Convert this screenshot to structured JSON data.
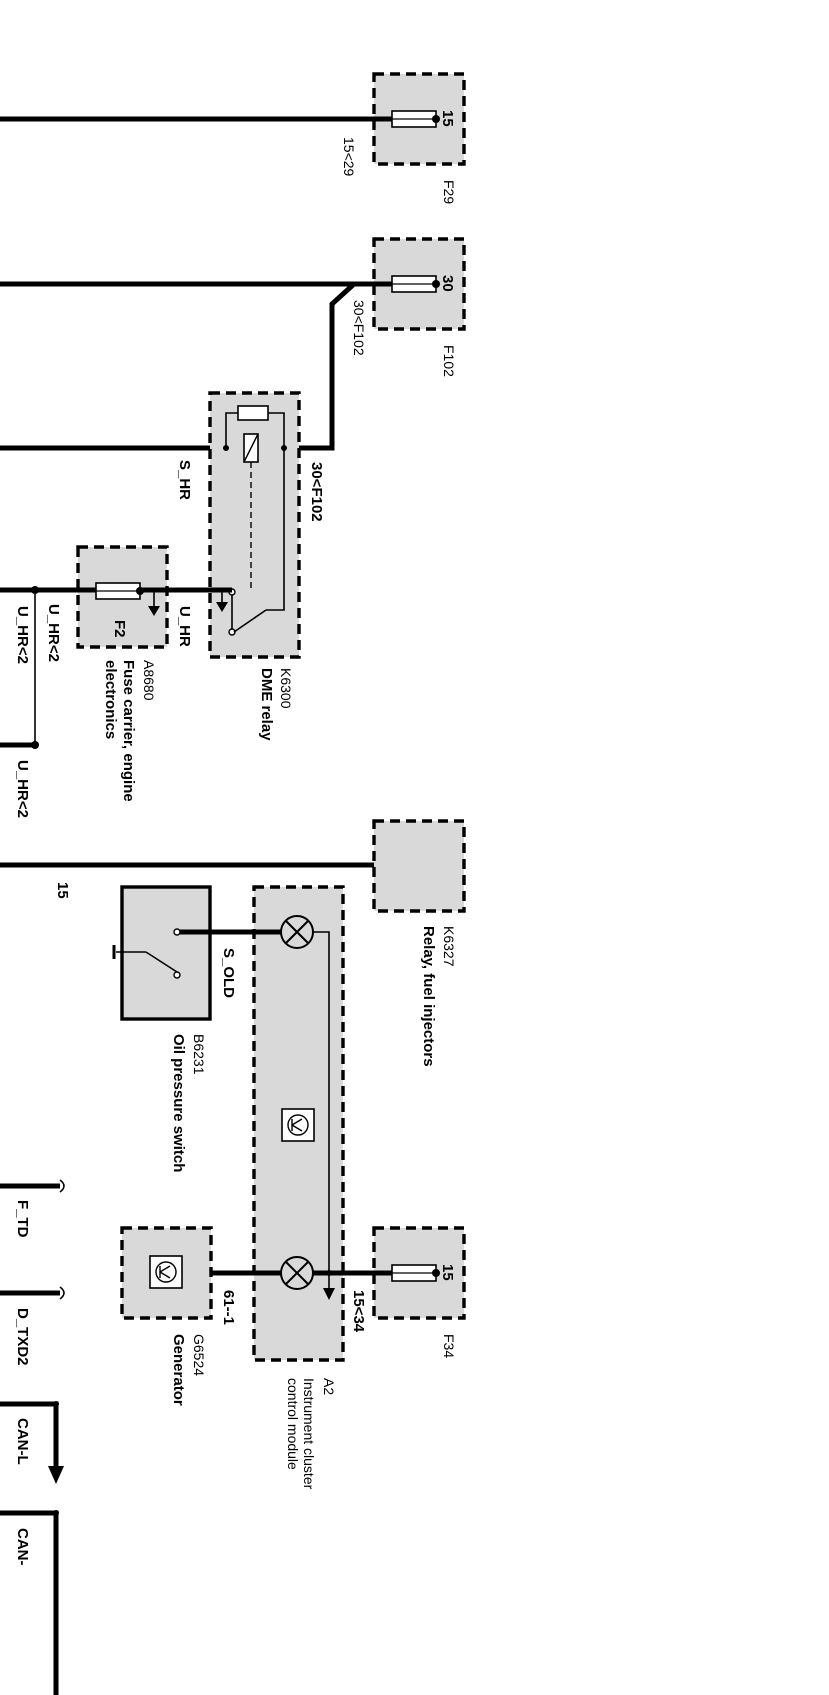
{
  "diagram": {
    "fuse_f29": {
      "pin": "15",
      "wire_ref": "15<29",
      "id": "F29"
    },
    "fuse_f102": {
      "pin": "30",
      "wire_ref": "30<F102",
      "id": "F102"
    },
    "relay_k6300": {
      "id": "K6300",
      "name": "DME relay",
      "supply_ref": "30<F102",
      "signal_label": "S_HR",
      "output_label": "U_HR"
    },
    "fuse_carrier": {
      "id": "A8680",
      "name": "Fuse carrier, engine electronics",
      "fuse": "F2"
    },
    "u_hr_branches": {
      "label_a": "U_HR<2",
      "label_b": "U_HR<2"
    },
    "terminal_15": {
      "label": "15"
    },
    "relay_k6327": {
      "id": "K6327",
      "name": "Relay, fuel injectors"
    },
    "oil_switch": {
      "id": "B6231",
      "name": "Oil pressure switch",
      "signal": "S_OLD"
    },
    "cluster": {
      "id": "A2",
      "name": "Instrument cluster control module"
    },
    "fuse_f34": {
      "pin": "15",
      "wire_ref": "15<34",
      "id": "F34"
    },
    "generator": {
      "id": "G6524",
      "name": "Generator",
      "signal": "61--1"
    },
    "connectors": {
      "f_td": "F_TD",
      "d_txd2": "D_TXD2",
      "can_l": "CAN-L",
      "can_h": "CAN-"
    }
  }
}
